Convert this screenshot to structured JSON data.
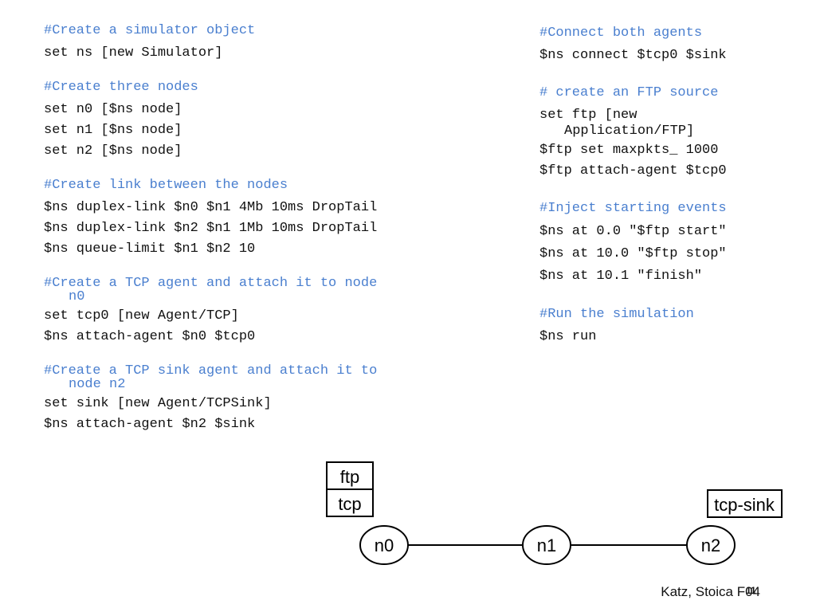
{
  "left_column": {
    "simulator": {
      "comment": "#Create a simulator object",
      "lines": [
        "set ns [new Simulator]"
      ]
    },
    "nodes": {
      "comment": "#Create three nodes",
      "lines": [
        "set n0 [$ns node]",
        "set n1 [$ns node]",
        "set n2 [$ns node]"
      ]
    },
    "links": {
      "comment": "#Create link between the nodes",
      "lines": [
        "$ns duplex-link $n0 $n1 4Mb 10ms DropTail",
        "$ns duplex-link $n2 $n1 1Mb 10ms DropTail",
        "$ns queue-limit $n1 $n2 10"
      ]
    },
    "tcp_agent": {
      "comment": "#Create a TCP agent and attach it to node",
      "comment_cont": "n0",
      "lines": [
        "set tcp0 [new Agent/TCP]",
        "$ns attach-agent $n0 $tcp0"
      ]
    },
    "sink_agent": {
      "comment": "#Create a TCP sink agent and attach it to",
      "comment_cont": "node n2",
      "lines": [
        "set sink [new Agent/TCPSink]",
        "$ns attach-agent $n2 $sink"
      ]
    }
  },
  "right_column": {
    "connect": {
      "comment": "#Connect both agents",
      "lines": [
        "$ns connect $tcp0 $sink"
      ]
    },
    "ftp": {
      "comment": "# create an FTP source",
      "line1": "set ftp [new",
      "line1_cont": "Application/FTP]",
      "lines": [
        "$ftp set maxpkts_ 1000",
        "$ftp attach-agent $tcp0"
      ]
    },
    "events": {
      "comment": "#Inject starting events",
      "lines": [
        "$ns at 0.0 \"$ftp start\"",
        "$ns at 10.0 \"$ftp stop\"",
        "$ns at 10.1 \"finish\""
      ]
    },
    "run": {
      "comment": "#Run the simulation",
      "lines": [
        "$ns run"
      ]
    }
  },
  "diagram": {
    "nodes": [
      "n0",
      "n1",
      "n2"
    ],
    "agent_ftp": "ftp",
    "agent_tcp": "tcp",
    "agent_sink": "tcp-sink"
  },
  "footer": {
    "credit": "Katz, Stoica F04",
    "page": "11"
  },
  "colors": {
    "comment": "#4a7fcf",
    "code": "#111111"
  }
}
